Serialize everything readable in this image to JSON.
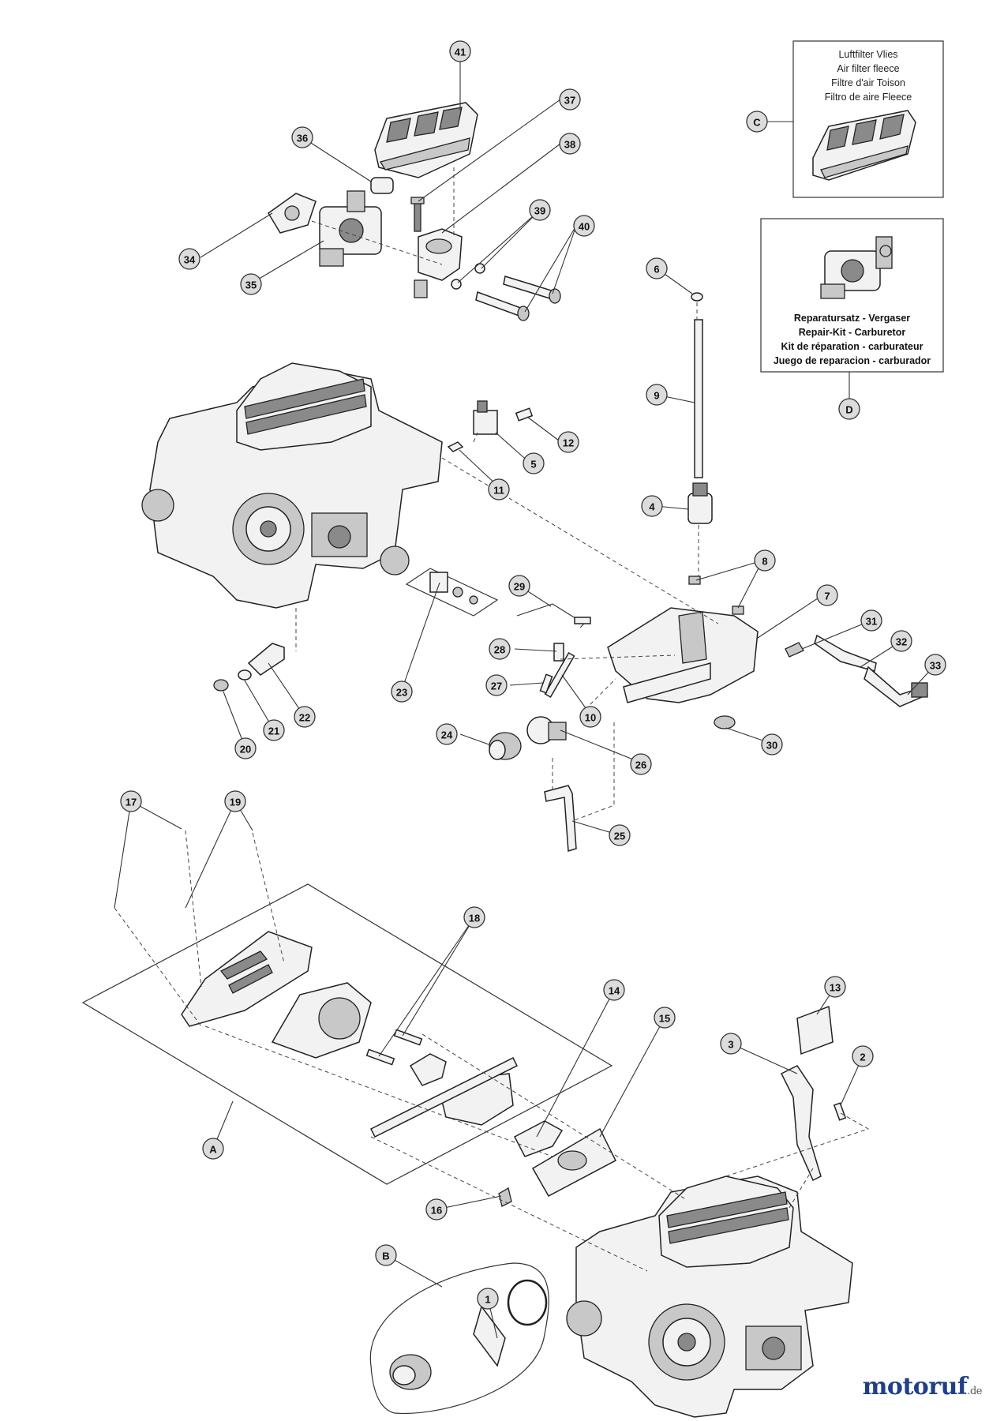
{
  "box_c": {
    "lines": [
      "Luftfilter Vlies",
      "Air filter fleece",
      "Filtre d'air Toison",
      "Filtro de aire Fleece"
    ]
  },
  "box_d": {
    "lines": [
      "Reparatursatz - Vergaser",
      "Repair-Kit - Carburetor",
      "Kit de réparation - carburateur",
      "Juego de reparacion - carburador"
    ]
  },
  "callouts": [
    "41",
    "37",
    "38",
    "36",
    "39",
    "40",
    "34",
    "35",
    "6",
    "9",
    "12",
    "5",
    "11",
    "4",
    "8",
    "7",
    "29",
    "31",
    "32",
    "33",
    "28",
    "27",
    "10",
    "23",
    "22",
    "21",
    "20",
    "24",
    "26",
    "30",
    "25",
    "17",
    "19",
    "18",
    "14",
    "15",
    "13",
    "3",
    "2",
    "16",
    "A",
    "B",
    "C",
    "D",
    "1"
  ],
  "brand": {
    "name": "motoruf",
    "suffix": ".de"
  }
}
